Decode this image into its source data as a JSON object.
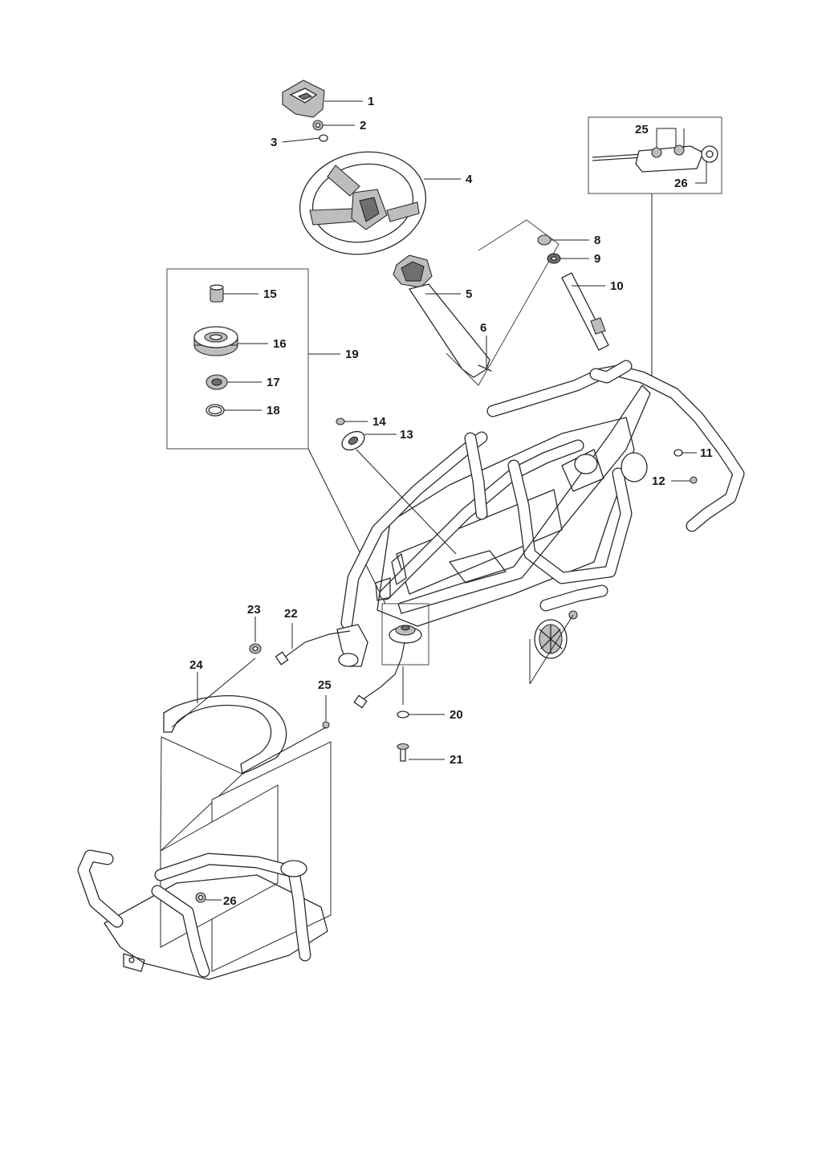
{
  "diagram": {
    "callouts": [
      {
        "id": "1",
        "label": "1"
      },
      {
        "id": "2",
        "label": "2"
      },
      {
        "id": "3",
        "label": "3"
      },
      {
        "id": "4",
        "label": "4"
      },
      {
        "id": "5",
        "label": "5"
      },
      {
        "id": "6",
        "label": "6"
      },
      {
        "id": "8",
        "label": "8"
      },
      {
        "id": "9",
        "label": "9"
      },
      {
        "id": "10",
        "label": "10"
      },
      {
        "id": "11",
        "label": "11"
      },
      {
        "id": "12",
        "label": "12"
      },
      {
        "id": "13",
        "label": "13"
      },
      {
        "id": "14",
        "label": "14"
      },
      {
        "id": "15",
        "label": "15"
      },
      {
        "id": "16",
        "label": "16"
      },
      {
        "id": "17",
        "label": "17"
      },
      {
        "id": "18",
        "label": "18"
      },
      {
        "id": "19",
        "label": "19"
      },
      {
        "id": "20",
        "label": "20"
      },
      {
        "id": "21",
        "label": "21"
      },
      {
        "id": "22",
        "label": "22"
      },
      {
        "id": "23",
        "label": "23"
      },
      {
        "id": "24",
        "label": "24"
      },
      {
        "id": "25a",
        "label": "25"
      },
      {
        "id": "25b",
        "label": "25"
      },
      {
        "id": "26a",
        "label": "26"
      },
      {
        "id": "26b",
        "label": "26"
      }
    ],
    "colors": {
      "line": "#2a2a2a",
      "background": "#ffffff",
      "part_shade": "#bdbdbd"
    }
  }
}
